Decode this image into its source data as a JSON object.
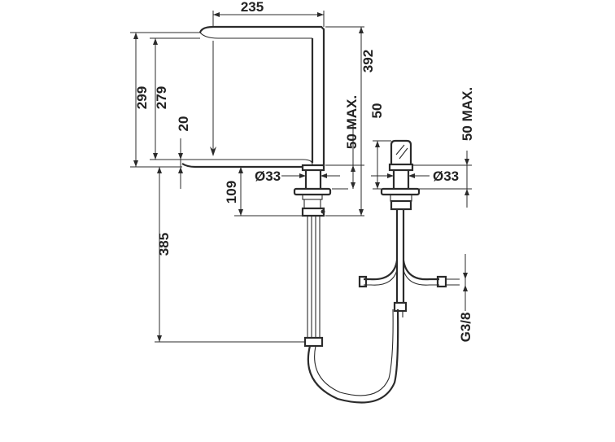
{
  "dimensions": {
    "spout_reach": "235",
    "overall_height": "299",
    "spout_height": "279",
    "spout_drop": "20",
    "max_deck_upper": "50 MAX.",
    "total_height": "392",
    "base_diameter_left": "Ø33",
    "below_deck": "109",
    "hose_length": "385",
    "side_body_height": "50",
    "max_deck_right": "50 MAX.",
    "base_diameter_right": "Ø33",
    "thread": "G3/8"
  }
}
